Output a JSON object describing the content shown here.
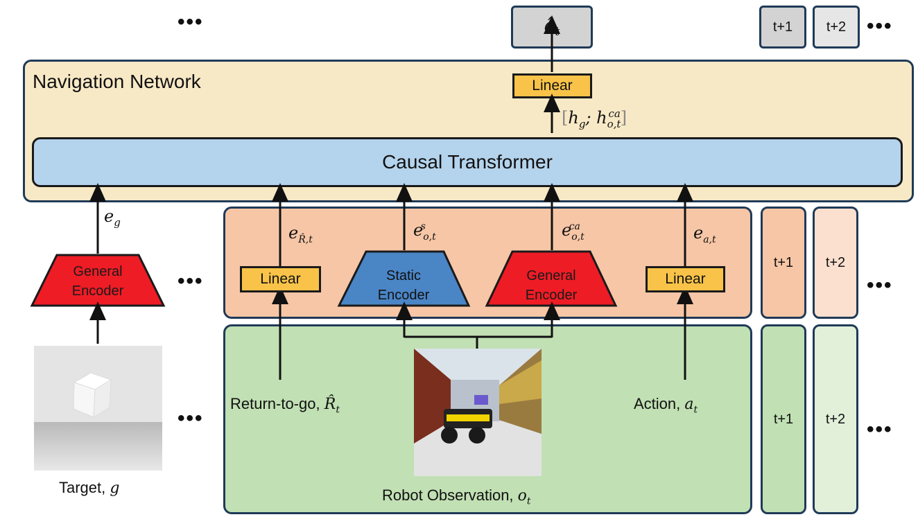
{
  "network_title": "Navigation Network",
  "output": {
    "label": "â",
    "sub": "t"
  },
  "output_linear": "Linear",
  "concat_label": "[h_g; h^ca_o,t]",
  "transformer_label": "Causal Transformer",
  "embeddings": {
    "e_g": {
      "main": "e",
      "sub": "g"
    },
    "e_R": {
      "main": "e",
      "sub": "R̂,t"
    },
    "e_s": {
      "main": "e",
      "sup": "s",
      "sub": "o,t"
    },
    "e_ca": {
      "main": "e",
      "sup": "ca",
      "sub": "o,t"
    },
    "e_a": {
      "main": "e",
      "sub": "a,t"
    }
  },
  "encoders": {
    "target_encoder_line1": "General",
    "target_encoder_line2": "Encoder",
    "static_line1": "Static",
    "static_line2": "Encoder",
    "general_line1": "General",
    "general_line2": "Encoder"
  },
  "linear_left": "Linear",
  "linear_right": "Linear",
  "inputs": {
    "return_to_go": "Return-to-go,",
    "return_sym": "R̂",
    "return_sub": "t",
    "action": "Action,",
    "action_sym": "a",
    "action_sub": "t",
    "observation": "Robot Observation,",
    "observation_sym": "o",
    "observation_sub": "t",
    "target": "Target,",
    "target_sym": "g"
  },
  "timesteps": {
    "t1": "t+1",
    "t2": "t+2"
  },
  "ellipsis": "•••",
  "colors": {
    "network_bg": "#f8e9c6",
    "transformer_bg": "#b4d3ec",
    "embed_bg": "#f6c6a6",
    "input_bg": "#c1e0b4",
    "linear": "#f9c349",
    "general_encoder": "#ee1c25",
    "static_encoder": "#4a85c6",
    "output_bg": "#d3d3d3"
  }
}
